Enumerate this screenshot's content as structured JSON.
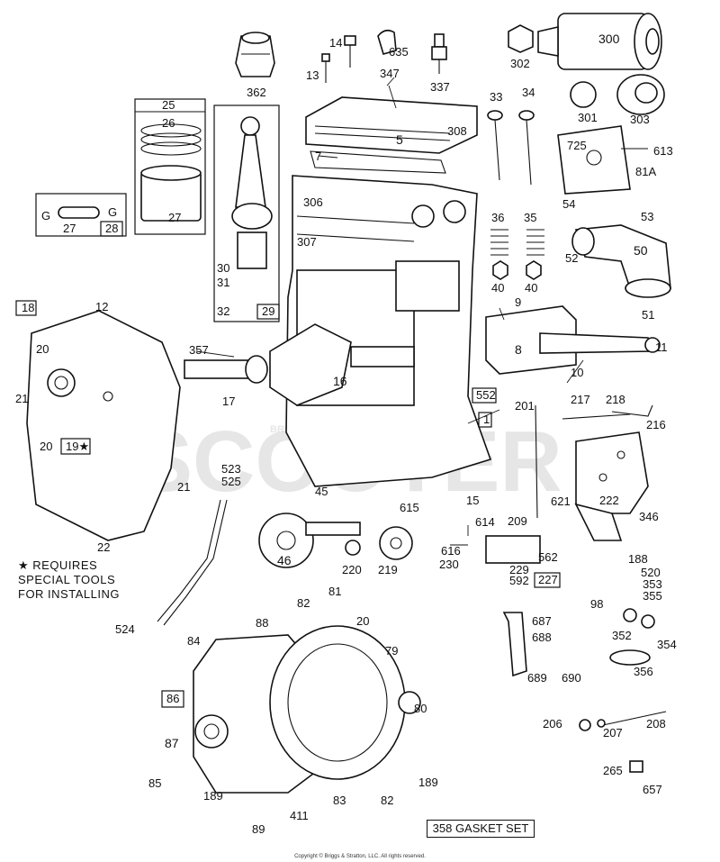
{
  "watermark": "SCOOTER",
  "watermark_small": "BRIGGS & STRATTON",
  "note_lines": [
    "★ REQUIRES",
    "SPECIAL TOOLS",
    "FOR INSTALLING"
  ],
  "gasket_set": "358 GASKET SET",
  "copyright": "Copyright © Briggs & Stratton, LLC. All rights reserved.",
  "callouts": {
    "c1": "1",
    "c5": "5",
    "c7": "7",
    "c8": "8",
    "c9": "9",
    "c10": "10",
    "c11": "11",
    "c12": "12",
    "c13": "13",
    "c14": "14",
    "c15": "15",
    "c16": "16",
    "c17": "17",
    "c18": "18",
    "c19": "19★",
    "c20a": "20",
    "c20b": "20",
    "c20c": "20",
    "c21a": "21",
    "c21b": "21",
    "c22": "22",
    "c25": "25",
    "c26": "26",
    "c27a": "27",
    "c27b": "27",
    "c28": "28",
    "c29": "29",
    "c30": "30",
    "c31": "31",
    "c32": "32",
    "c33": "33",
    "c34": "34",
    "c35": "35",
    "c36": "36",
    "c40a": "40",
    "c40b": "40",
    "c45": "45",
    "c46": "46",
    "c50": "50",
    "c51": "51",
    "c52": "52",
    "c53": "53",
    "c54": "54",
    "c79": "79",
    "c80": "80",
    "c81": "81",
    "c81a": "81A",
    "c82a": "82",
    "c82b": "82",
    "c83": "83",
    "c84": "84",
    "c85": "85",
    "c86": "86",
    "c87": "87",
    "c88": "88",
    "c89": "89",
    "c98": "98",
    "c188": "188",
    "c189a": "189",
    "c189b": "189",
    "c201": "201",
    "c206": "206",
    "c207": "207",
    "c208": "208",
    "c209": "209",
    "c216": "216",
    "c217": "217",
    "c218": "218",
    "c219": "219",
    "c220": "220",
    "c222": "222",
    "c227": "227",
    "c229": "229",
    "c230": "230",
    "c265": "265",
    "c300": "300",
    "c301": "301",
    "c302": "302",
    "c303": "303",
    "c306": "306",
    "c307": "307",
    "c308": "308",
    "c337": "337",
    "c346": "346",
    "c347": "347",
    "c352": "352",
    "c353": "353",
    "c354": "354",
    "c355": "355",
    "c356": "356",
    "c357": "357",
    "c362": "362",
    "c411": "411",
    "c520": "520",
    "c523": "523",
    "c524": "524",
    "c525": "525",
    "c552": "552",
    "c562": "562",
    "c592": "592",
    "c613": "613",
    "c614": "614",
    "c615": "615",
    "c616": "616",
    "c621": "621",
    "c635": "635",
    "c657": "657",
    "c687": "687",
    "c688": "688",
    "c689": "689",
    "c690": "690",
    "c725": "725",
    "cG1": "G",
    "cG2": "G"
  }
}
